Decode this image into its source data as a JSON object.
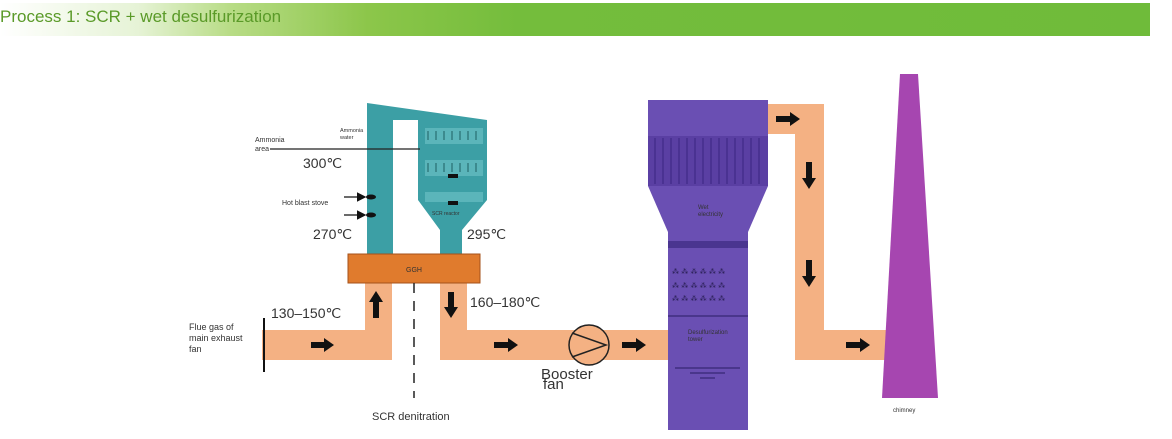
{
  "header": {
    "title": "Process 1: SCR + wet desulfurization"
  },
  "labels": {
    "ammonia_area": [
      "Ammonia",
      "area"
    ],
    "ammonia_water": [
      "Ammonia",
      "water"
    ],
    "hot_blast_stove": "Hot blast stove",
    "temp_300": "300℃",
    "temp_270": "270℃",
    "temp_295": "295℃",
    "temp_130_150": "130–150℃",
    "temp_160_180": "160–180℃",
    "ggh": "GGH",
    "flue_gas": [
      "Flue gas of",
      "main exhaust",
      "fan"
    ],
    "booster_fan": [
      "Booster",
      "fan"
    ],
    "scr_denitration": "SCR denitration",
    "wet_electricity": [
      "Wet",
      "electricity"
    ],
    "desulfurization_tower": [
      "Desulfurization",
      "tower"
    ],
    "chimney": "chimney",
    "scr_reactor": "SCR reactor"
  },
  "colors": {
    "duct": "#f4b183",
    "scr_tower": "#3c9fa5",
    "ggh": "#e07b2d",
    "desulf_tower": "#6a4fb3",
    "chimney": "#a646b0",
    "header_green": "#6fbb3a"
  }
}
